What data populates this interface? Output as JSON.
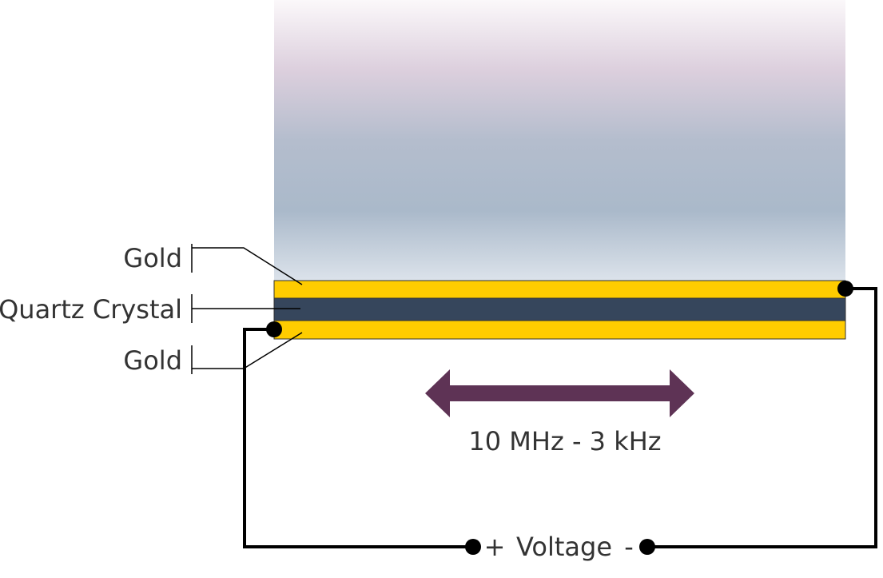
{
  "layers": {
    "top_gold": "Gold",
    "quartz": "Quartz Crystal",
    "bottom_gold": "Gold"
  },
  "oscillation": {
    "label": "10 MHz - 3 kHz"
  },
  "circuit": {
    "plus": "+",
    "voltage": "Voltage",
    "minus": "-"
  },
  "colors": {
    "gold": "#FFCC00",
    "quartz": "#36465C",
    "arrow": "#5E3355",
    "wire": "#000000",
    "label": "#333333",
    "liquid_top": "#F8F3F7",
    "liquid_mid": "#AAB9CA",
    "liquid_bottom": "#DCE3EB"
  }
}
